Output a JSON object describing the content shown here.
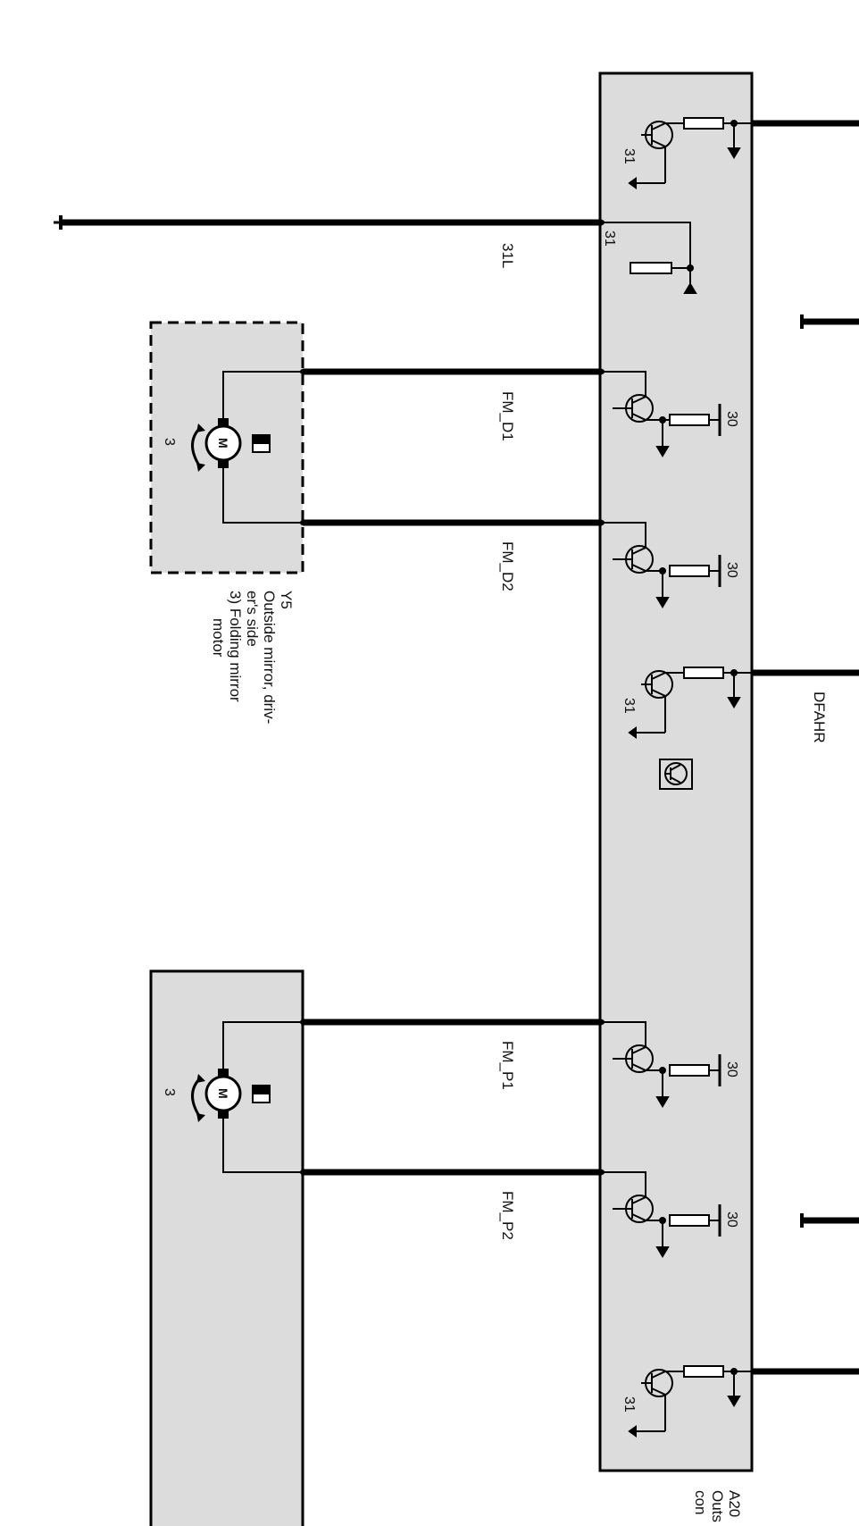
{
  "module": {
    "id": "A20",
    "desc_line1": "Outs",
    "desc_line2": "con"
  },
  "left_mirror": {
    "id": "Y5",
    "line1": "Outside mirror, driv-",
    "line2": "er's side",
    "line3": "3) Folding mirror",
    "line4": "motor",
    "motor_letter": "M",
    "motor_num": "3"
  },
  "right_mirror": {
    "motor_letter": "M",
    "motor_num": "3"
  },
  "wires": {
    "ground_31L": "31L",
    "fm_d1": "FM_D1",
    "fm_d2": "FM_D2",
    "fm_p1": "FM_P1",
    "fm_p2": "FM_P2",
    "dfahr": "DFAHR"
  },
  "terminals": {
    "t31_a": "31",
    "t31_b": "31",
    "t30_a": "30",
    "t30_b": "30",
    "t31_c": "31",
    "t30_c": "30",
    "t30_d": "30",
    "t31_d": "31"
  },
  "colors": {
    "module_fill": "#dcdcdc",
    "line": "#000000"
  }
}
